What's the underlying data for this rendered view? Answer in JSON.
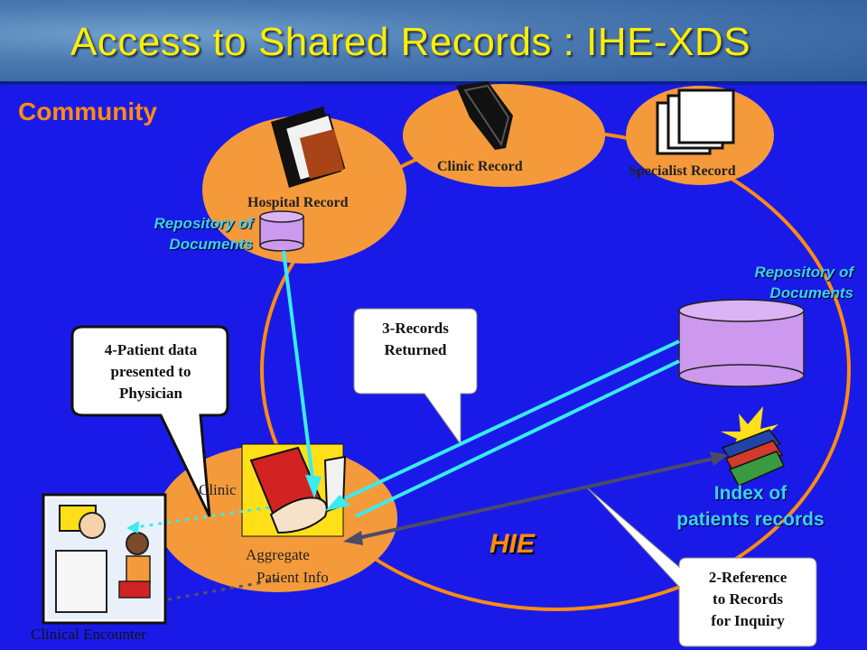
{
  "title": "Access to Shared Records : IHE-XDS",
  "community_label": "Community",
  "nodes": {
    "hospital": "Hospital Record",
    "clinic": "Clinic Record",
    "specialist": "Specialist Record",
    "clinic_partial": "Clinic",
    "aggregate_line1": "Aggregate",
    "aggregate_line2": "Patient Info",
    "clinical_encounter": "Clinical Encounter"
  },
  "repository_left": {
    "line1": "Repository of",
    "line2": "Documents"
  },
  "repository_right": {
    "line1": "Repository of",
    "line2": "Documents"
  },
  "index": {
    "line1": "Index of",
    "line2": "patients records"
  },
  "hie_label": "HIE",
  "callouts": {
    "patient_data": {
      "line1": "4-Patient data",
      "line2": "presented to",
      "line3": "Physician"
    },
    "records_returned": {
      "line1": "3-Records",
      "line2": "Returned"
    },
    "reference": {
      "line1": "2-Reference",
      "line2": "to Records",
      "line3": "for Inquiry"
    }
  },
  "colors": {
    "background": "#1a1ae8",
    "title": "#ffee00",
    "circle_fill": "#f59a3a",
    "accent_orange": "#ff8c10",
    "cyan_arrow": "#38ecf0",
    "dark_arrow": "#4a4a6a",
    "repository_fill": "#cc99ee"
  }
}
